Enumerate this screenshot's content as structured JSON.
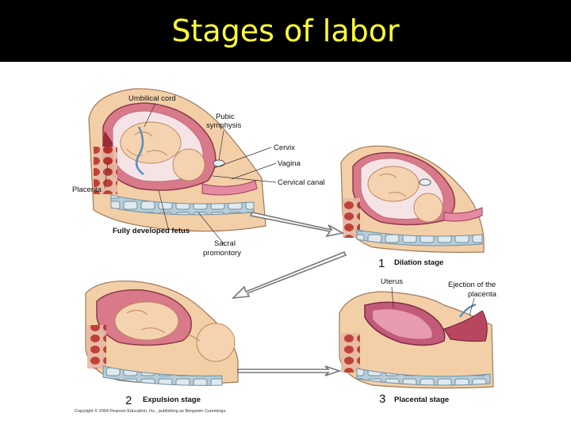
{
  "title": "Stages of labor",
  "labels": {
    "umbilical_cord": "Umbilical cord",
    "pubic_symphysis_1": "Pubic",
    "pubic_symphysis_2": "symphysis",
    "cervix": "Cervix",
    "vagina": "Vagina",
    "cervical_canal": "Cervical canal",
    "placenta": "Placenta",
    "fully_developed_fetus": "Fully developed fetus",
    "sacral_promontory_1": "Sacral",
    "sacral_promontory_2": "promontory",
    "uterus": "Uterus",
    "ejection_1": "Ejection of the",
    "ejection_2": "placenta"
  },
  "stages": [
    {
      "number": "1",
      "label": "Dilation stage"
    },
    {
      "number": "2",
      "label": "Expulsion stage"
    },
    {
      "number": "3",
      "label": "Placental stage"
    }
  ],
  "copyright": "Copyright © 2004 Pearson Education, Inc., publishing as Benjamin Cummings.",
  "colors": {
    "title_bar": "#000000",
    "title_text": "#ffff33",
    "skin": "#f3cfa8",
    "uterus_wall": "#d87a8a",
    "muscle": "#c0392b",
    "spine": "#a9c2cf",
    "fetus": "#f6d3b0"
  }
}
